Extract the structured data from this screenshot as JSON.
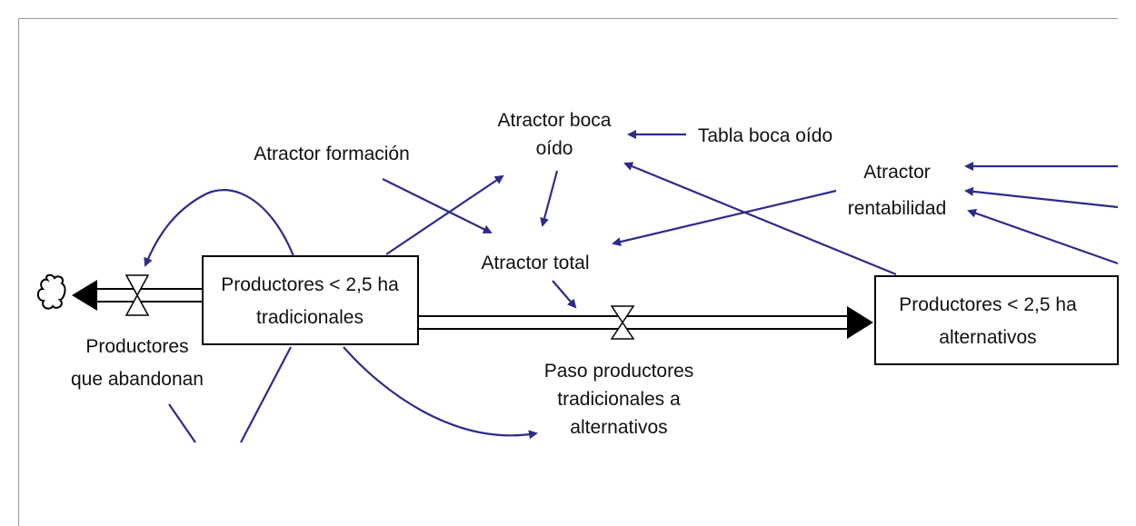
{
  "colors": {
    "link": "#2e2a8c",
    "stroke": "#000000",
    "frame": "#9a9a9a"
  },
  "stocks": {
    "traditional": {
      "line1": "Productores < 2,5 ha",
      "line2": "tradicionales"
    },
    "alternative": {
      "line1": "Productores < 2,5 ha",
      "line2": "alternativos"
    }
  },
  "flows": {
    "abandon": {
      "line1": "Productores",
      "line2": "que abandonan"
    },
    "transition": {
      "line1": "Paso productores",
      "line2": "tradicionales a",
      "line3": "alternativos"
    }
  },
  "variables": {
    "attractor_word_of_mouth": {
      "line1": "Atractor boca",
      "line2": "oído"
    },
    "word_of_mouth_table": "Tabla boca oído",
    "attractor_training": "Atractor formación",
    "attractor_total": "Atractor total",
    "attractor_profitability": {
      "line1": "Atractor",
      "line2": "rentabilidad"
    }
  },
  "icons": {
    "sink": "cloud-sink-icon",
    "valve": "hourglass-valve-icon"
  }
}
